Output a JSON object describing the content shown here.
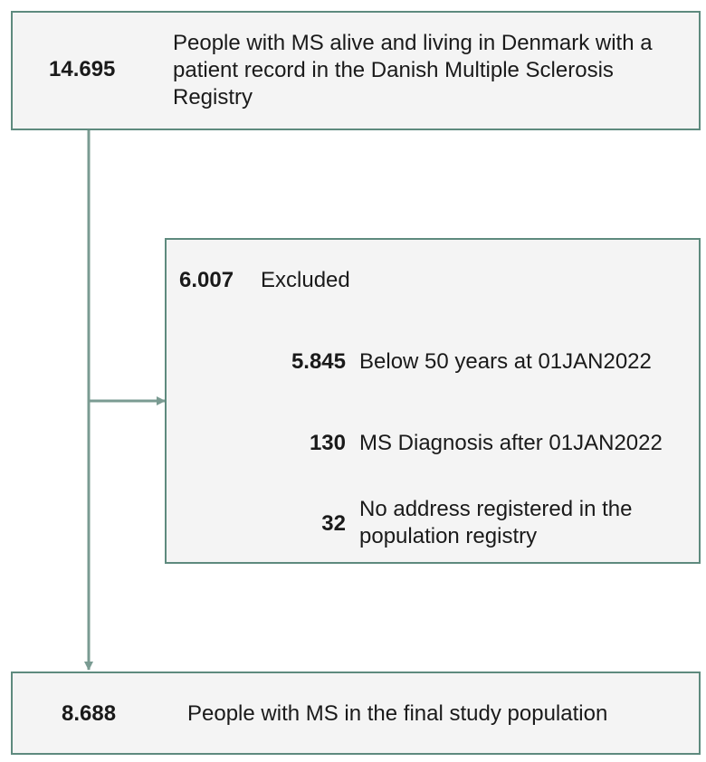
{
  "top_box": {
    "count": "14.695",
    "text_lines": [
      "People with MS alive and living in Denmark with a",
      "patient record in the Danish Multiple Sclerosis",
      "Registry"
    ]
  },
  "excluded_box": {
    "count": "6.007",
    "label": "Excluded",
    "reasons": [
      {
        "count": "5.845",
        "lines": [
          "Below 50 years at 01JAN2022"
        ]
      },
      {
        "count": "130",
        "lines": [
          "MS Diagnosis after 01JAN2022"
        ]
      },
      {
        "count": "32",
        "lines": [
          "No address registered in the",
          "population registry"
        ]
      }
    ]
  },
  "final_box": {
    "count": "8.688",
    "text": "People with MS in the final study population"
  },
  "colors": {
    "border": "#5e8a7e",
    "arrow": "#7a9b92",
    "box_fill": "#f4f4f4"
  }
}
